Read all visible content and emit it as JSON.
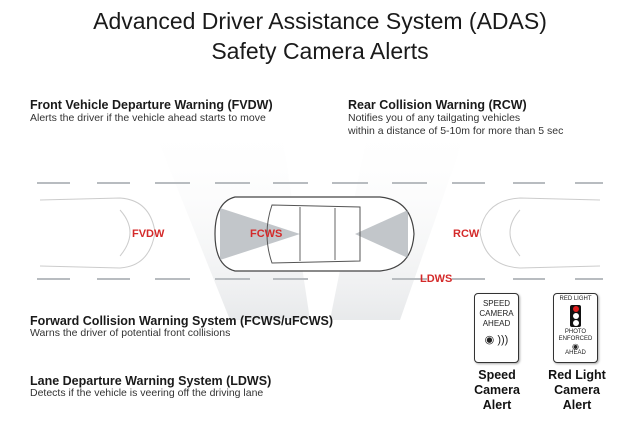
{
  "title": {
    "line1": "Advanced Driver Assistance System (ADAS)",
    "line2": "Safety Camera Alerts"
  },
  "features": [
    {
      "heading": "Front Vehicle Departure Warning (FVDW)",
      "description": "Alerts the driver if the vehicle ahead starts to move"
    },
    {
      "heading": "Rear Collision Warning (RCW)",
      "description_line1": "Notifies you of any tailgating vehicles",
      "description_line2": "within a distance of 5-10m for more than 5 sec"
    },
    {
      "heading": "Forward Collision Warning System (FCWS/uFCWS)",
      "description": "Warns the driver of potential front collisions"
    },
    {
      "heading": "Lane Departure Warning System (LDWS)",
      "description": "Detects if the vehicle is veering off the driving lane"
    }
  ],
  "scene_labels": {
    "fvdw": "FVDW",
    "fcws": "FCWS",
    "rcw": "RCW",
    "ldws": "LDWS"
  },
  "signs": {
    "speed": {
      "lines": [
        "SPEED",
        "CAMERA",
        "AHEAD"
      ],
      "caption": [
        "Speed",
        "Camera",
        "Alert"
      ]
    },
    "redlight": {
      "top": "RED LIGHT",
      "middle": [
        "PHOTO",
        "ENFORCED"
      ],
      "bottom": "AHEAD",
      "caption": [
        "Red Light",
        "Camera",
        "Alert"
      ]
    }
  },
  "colors": {
    "alert_red": "#d42a2a",
    "signal_red": "#e02020"
  }
}
